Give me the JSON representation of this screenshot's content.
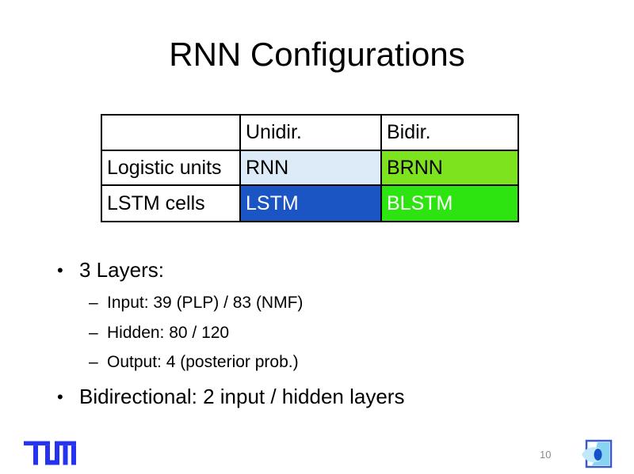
{
  "slide": {
    "title": "RNN Configurations",
    "page_number": "10"
  },
  "table": {
    "headers": [
      "",
      "Unidir.",
      "Bidir."
    ],
    "rows": [
      {
        "label": "Logistic units",
        "cells": [
          {
            "text": "RNN",
            "bg": "#dcebf7",
            "fg": "#000000"
          },
          {
            "text": "BRNN",
            "bg": "#7ee31f",
            "fg": "#000000"
          }
        ]
      },
      {
        "label": "LSTM cells",
        "cells": [
          {
            "text": "LSTM",
            "bg": "#1b55c4",
            "fg": "#ffffff"
          },
          {
            "text": "BLSTM",
            "bg": "#2ee410",
            "fg": "#ffffff"
          }
        ]
      }
    ]
  },
  "content": {
    "bullets": [
      {
        "level": 1,
        "marker": "•",
        "text": "3 Layers:"
      },
      {
        "level": 2,
        "marker": "–",
        "text": "Input: 39 (PLP) / 83 (NMF)"
      },
      {
        "level": 2,
        "marker": "–",
        "text": "Hidden: 80 / 120"
      },
      {
        "level": 2,
        "marker": "–",
        "text": "Output: 4 (posterior prob.)"
      },
      {
        "level": 1,
        "marker": "•",
        "text": "Bidirectional: 2 input / hidden layers"
      }
    ]
  },
  "colors": {
    "rnn_bg": "#dcebf7",
    "brnn_bg": "#7ee31f",
    "lstm_bg": "#1b55c4",
    "blstm_bg": "#2ee410",
    "tum_blue": "#2533f0",
    "page_number_gray": "#8c8c8c"
  },
  "icons": {
    "tum_logo": "tum-logo",
    "institute_logo": "eye-lens-document-logo"
  }
}
